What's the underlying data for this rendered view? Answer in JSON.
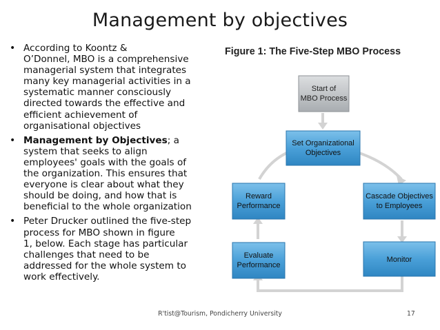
{
  "slide": {
    "title": "Management by objectives",
    "bullets": [
      {
        "lines": [
          "According to Koontz &",
          "O’Donnel, MBO is a comprehensive",
          "managerial system that integrates",
          "many key managerial activities in a",
          "systematic manner consciously",
          "directed towards the effective and",
          "efficient achievement of",
          "organisational objectives"
        ]
      },
      {
        "bold": "Management by Objectives",
        "lines": [
          "; a",
          "system that seeks to align",
          "employees' goals with the goals of",
          "the organization. This ensures that",
          "everyone is clear about what they",
          "should be doing, and how that is",
          "beneficial to the whole organization"
        ]
      },
      {
        "lines": [
          "Peter Drucker outlined the five-step",
          "process for MBO shown in figure",
          "1, below. Each stage has particular",
          "challenges that need to be",
          "addressed for the whole system to",
          "work effectively."
        ]
      }
    ],
    "figure": {
      "title": "Figure 1: The Five-Step MBO Process",
      "boxes": {
        "start": [
          "Start of",
          "MBO Process"
        ],
        "set": [
          "Set Organizational",
          "Objectives"
        ],
        "reward": [
          "Reward",
          "Performance"
        ],
        "cascade": [
          "Cascade Objectives",
          "to Employees"
        ],
        "evaluate": [
          "Evaluate",
          "Performance"
        ],
        "monitor": [
          "Monitor"
        ]
      },
      "colors": {
        "start_box": "#b9bcbf",
        "step_box": "#4aa0d8",
        "arrow": "#cfcfcf"
      }
    },
    "footer": "R'tist@Tourism, Pondicherry University",
    "page_number": "17"
  }
}
